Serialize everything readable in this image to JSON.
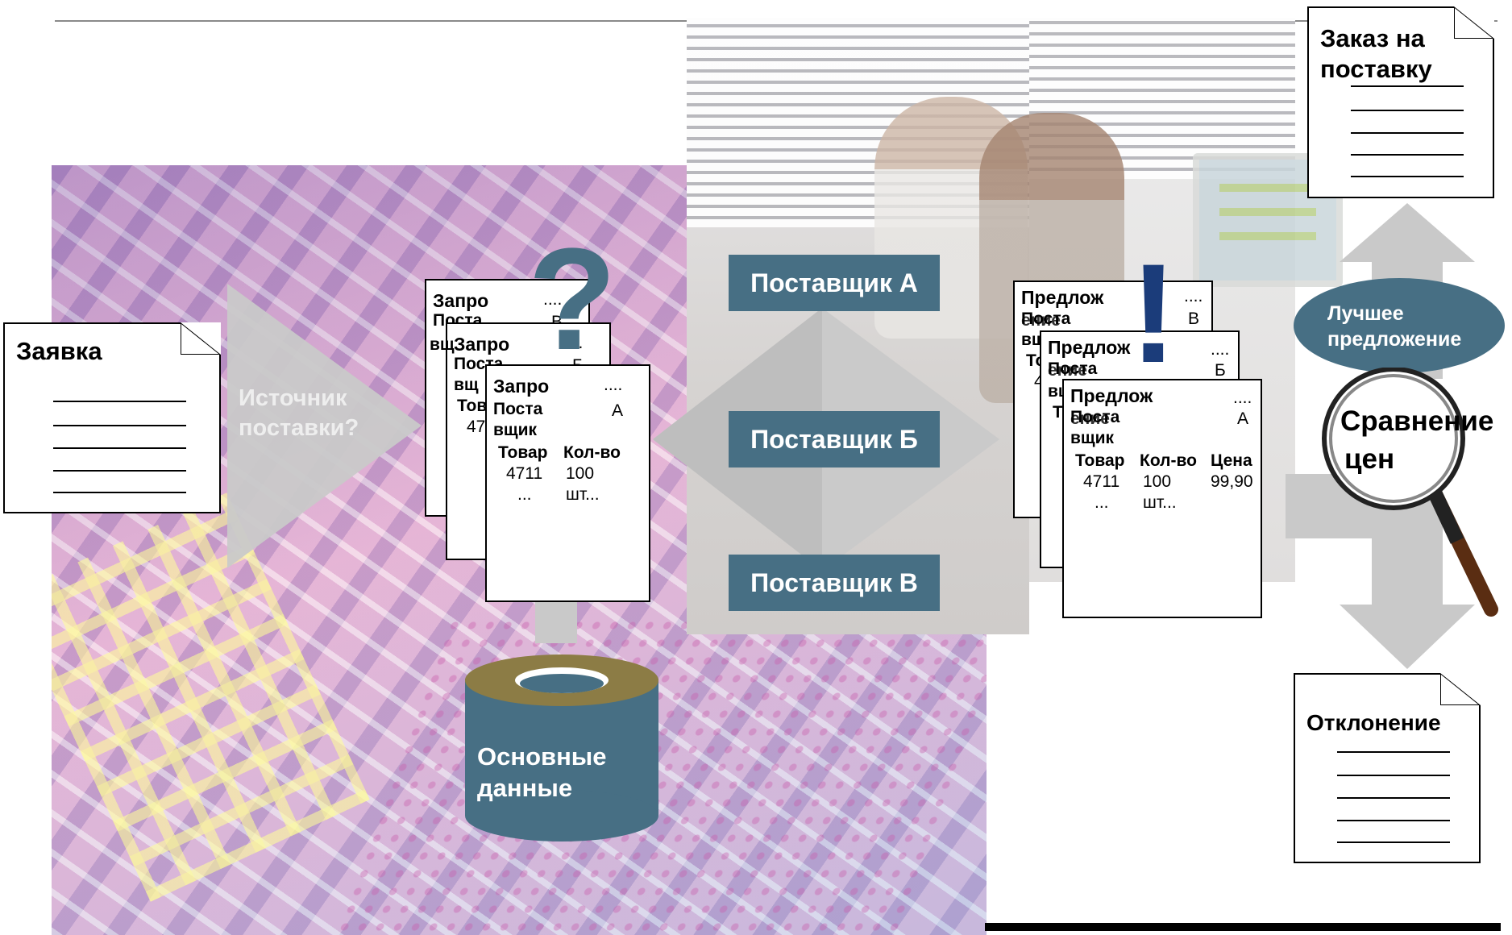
{
  "colors": {
    "supplier_fill": "#476f84",
    "arrow_gray": "#c8c8c8",
    "db_top": "#8c7c45"
  },
  "icons": {
    "question": "question-mark-icon",
    "exclamation": "exclamation-mark-icon",
    "magnifier": "magnifying-glass-icon",
    "database": "database-cylinder-icon"
  },
  "request_doc": {
    "title": "Заявка"
  },
  "source_arrow": {
    "label": "Источник поставки?"
  },
  "question_mark": "?",
  "exclamation_mark": "!",
  "rfq_docs": {
    "back2": {
      "title": "Запро",
      "dots": "....",
      "subtitle": "Поста",
      "letter": "В"
    },
    "back1": {
      "title": "Запро",
      "dots": "....",
      "subtitle": "Поста",
      "frag1": "вщ",
      "frag2": "Т",
      "frag3": "Тов",
      "frag4": "47",
      "letter": "Б"
    },
    "front": {
      "title": "Запро",
      "dots": "....",
      "subtitle": "Поста",
      "subtitle2": "вщик",
      "letter": "А",
      "col_item": "Товар",
      "col_qty": "Кол-во",
      "item": "4711",
      "qty": "100",
      "unit": "шт...",
      "more": "..."
    }
  },
  "master_data": {
    "line1": "Основные",
    "line2": "данные"
  },
  "suppliers": [
    "Поставщик А",
    "Поставщик Б",
    "Поставщик В"
  ],
  "offer_docs": {
    "back2": {
      "title": "Предлож",
      "overlap": "ение",
      "dots": "....",
      "subtitle": "Поста",
      "frag1": "вщ",
      "frag2": "То",
      "frag3": "4",
      "letter": "В"
    },
    "back1": {
      "title": "Предлож",
      "overlap": "ение",
      "dots": "....",
      "subtitle": "Поста",
      "frag1": "вщ",
      "frag2": "Т",
      "letter": "Б"
    },
    "front": {
      "title": "Предлож",
      "overlap": "ение",
      "dots": "....",
      "subtitle": "Поста",
      "subtitle2": "вщик",
      "letter": "А",
      "col_item": "Товар",
      "col_qty": "Кол-во",
      "col_price": "Цена",
      "item": "4711",
      "qty": "100",
      "price": "99,90",
      "unit": "шт...",
      "more": "..."
    }
  },
  "best_offer": {
    "line1": "Лучшее",
    "line2": "предложение"
  },
  "price_compare": {
    "line1": "Сравнение",
    "line2": "цен"
  },
  "purchase_order": {
    "line1": "Заказ на",
    "line2": "поставку"
  },
  "rejection": {
    "title": "Отклонение"
  }
}
